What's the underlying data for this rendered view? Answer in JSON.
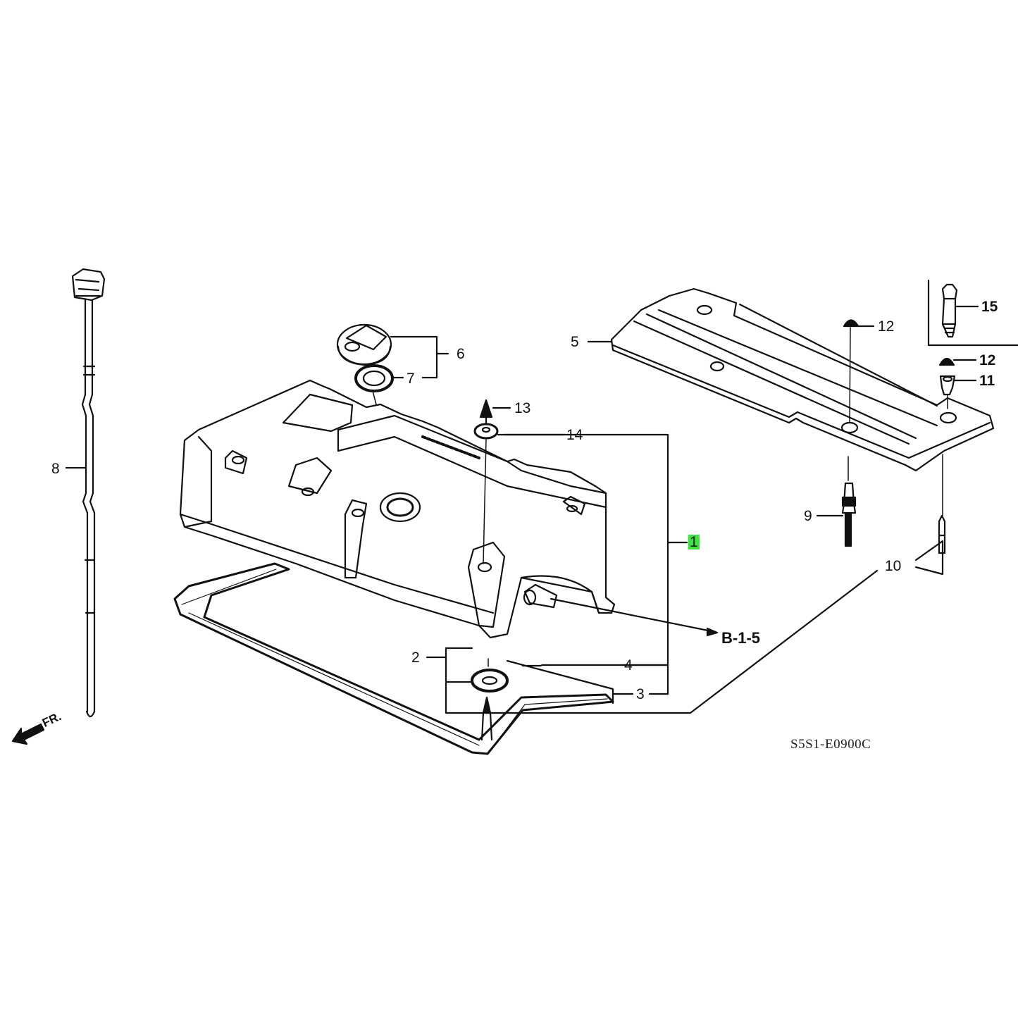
{
  "diagram": {
    "title_code": "S5S1-E0900C",
    "reference_link": "B-1-5",
    "front_indicator": "FR.",
    "highlight_color": "#39e63a",
    "line_color": "#111111",
    "background": "#ffffff"
  },
  "callouts": [
    {
      "id": "1",
      "label": "1",
      "highlighted": true
    },
    {
      "id": "2",
      "label": "2"
    },
    {
      "id": "3",
      "label": "3"
    },
    {
      "id": "4",
      "label": "4"
    },
    {
      "id": "5",
      "label": "5"
    },
    {
      "id": "6",
      "label": "6"
    },
    {
      "id": "7",
      "label": "7"
    },
    {
      "id": "8",
      "label": "8"
    },
    {
      "id": "9",
      "label": "9"
    },
    {
      "id": "10",
      "label": "10"
    },
    {
      "id": "11",
      "label": "11"
    },
    {
      "id": "12a",
      "label": "12"
    },
    {
      "id": "12b",
      "label": "12"
    },
    {
      "id": "13",
      "label": "13"
    },
    {
      "id": "14",
      "label": "14"
    },
    {
      "id": "15",
      "label": "15"
    }
  ],
  "parts": [
    {
      "callout": "1",
      "name": "cylinder-head-cover"
    },
    {
      "callout": "2",
      "name": "washer-seal-assembly"
    },
    {
      "callout": "3",
      "name": "head-cover-gasket"
    },
    {
      "callout": "4",
      "name": "plug-hole-seal"
    },
    {
      "callout": "5",
      "name": "ignition-coil-cover"
    },
    {
      "callout": "6",
      "name": "oil-filler-cap"
    },
    {
      "callout": "7",
      "name": "filler-cap-gasket"
    },
    {
      "callout": "8",
      "name": "oil-dipstick"
    },
    {
      "callout": "9",
      "name": "stud-bolt"
    },
    {
      "callout": "10",
      "name": "stud-bolt"
    },
    {
      "callout": "11",
      "name": "collar"
    },
    {
      "callout": "12",
      "name": "cap-nut"
    },
    {
      "callout": "13",
      "name": "cap-nut"
    },
    {
      "callout": "14",
      "name": "rubber-seal-washer"
    },
    {
      "callout": "15",
      "name": "stud-bolt"
    }
  ]
}
